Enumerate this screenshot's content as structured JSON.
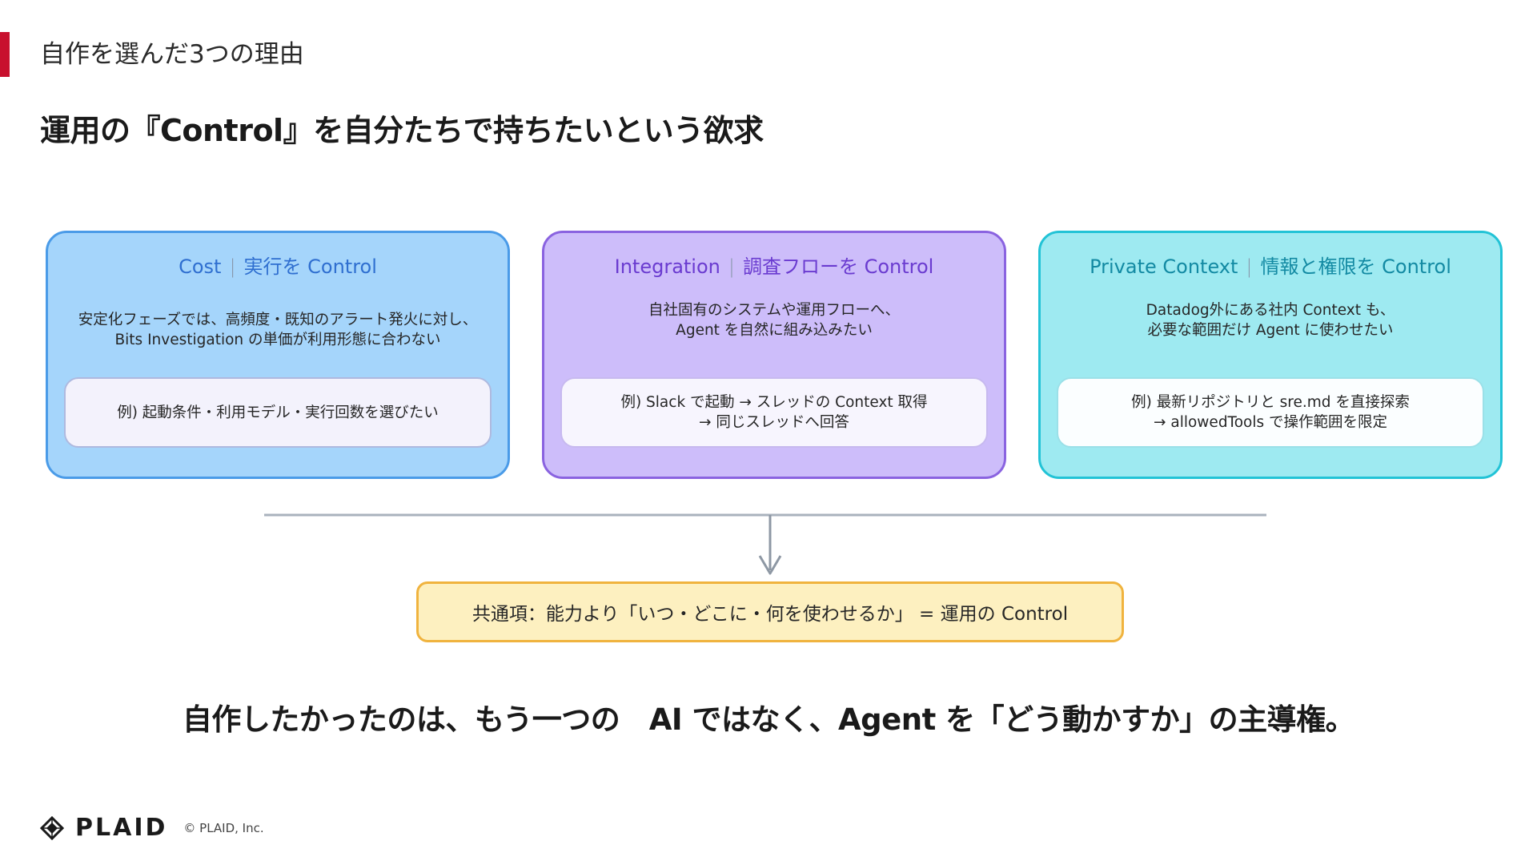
{
  "header": {
    "section_title": "自作を選んだ3つの理由",
    "headline": "運用の『Control』を自分たちで持ちたいという欲求"
  },
  "cards": [
    {
      "title_en": "Cost",
      "title_jp": "実行を Control",
      "desc_lines": [
        "安定化フェーズでは、高頻度・既知のアラート発火に対し、",
        "Bits Investigation の単価が利用形態に合わない"
      ],
      "example_lines": [
        "例) 起動条件・利用モデル・実行回数を選びたい"
      ]
    },
    {
      "title_en": "Integration",
      "title_jp": "調査フローを Control",
      "desc_lines": [
        "自社固有のシステムや運用フローへ、",
        "Agent を自然に組み込みたい"
      ],
      "example_lines": [
        "例) Slack で起動 → スレッドの Context 取得",
        "→ 同じスレッドへ回答"
      ]
    },
    {
      "title_en": "Private Context",
      "title_jp": "情報と権限を Control",
      "desc_lines": [
        "Datadog外にある社内 Context も、",
        "必要な範囲だけ Agent に使わせたい"
      ],
      "example_lines": [
        "例) 最新リポジトリと sre.md を直接探索",
        "→ allowedTools で操作範囲を限定"
      ]
    }
  ],
  "common": {
    "text": "共通項：能力より「いつ・どこに・何を使わせるか」 = 運用の Control"
  },
  "conclusion": {
    "text": "自作したかったのは、もう一つの　AI ではなく、Agent を「どう動かすか」の主導権。"
  },
  "footer": {
    "logo_text": "PLAID",
    "copyright": "© PLAID, Inc."
  },
  "colors": {
    "accent": "#c8102e",
    "cost_card": "#a5d5fb",
    "integration_card": "#cdbdfa",
    "private_card": "#9eeaf1",
    "common_box": "#fdf0c0"
  },
  "icons": {
    "logo": "plaid-logo-icon",
    "arrow": "arrow-down-icon"
  }
}
